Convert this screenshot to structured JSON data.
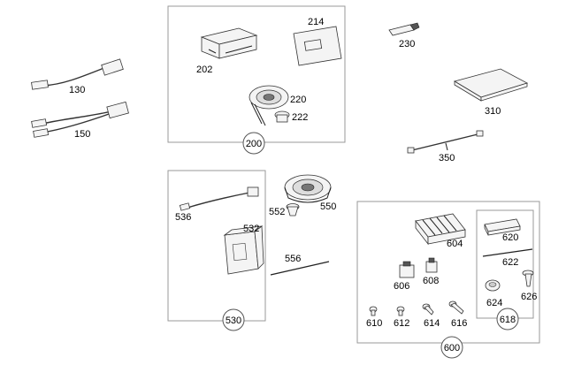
{
  "labels": {
    "p130": "130",
    "p150": "150",
    "p202": "202",
    "p214": "214",
    "p220": "220",
    "p222": "222",
    "g200": "200",
    "p230": "230",
    "p310": "310",
    "p350": "350",
    "p536": "536",
    "p532": "532",
    "p552": "552",
    "p550": "550",
    "p556": "556",
    "g530": "530",
    "p604": "604",
    "p620": "620",
    "p622": "622",
    "p606": "606",
    "p608": "608",
    "p624": "624",
    "p626": "626",
    "g618": "618",
    "p610": "610",
    "p612": "612",
    "p614": "614",
    "p616": "616",
    "g600": "600"
  }
}
